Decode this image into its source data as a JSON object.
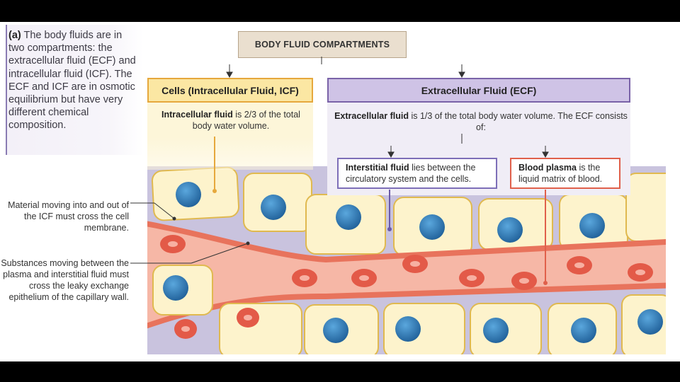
{
  "caption": {
    "letter": "(a)",
    "text": " The body fluids are in two compartments: the extracellular fluid (ECF) and intracellular fluid (ICF). The ECF and ICF are in osmotic equilibrium but have very different chemical composition."
  },
  "title": "BODY FLUID COMPARTMENTS",
  "icf": {
    "heading": "Cells (Intracellular Fluid, ICF)",
    "bold": "Intracellular fluid",
    "text": " is 2/3 of the total body water volume."
  },
  "ecf": {
    "heading": "Extracellular Fluid (ECF)",
    "bold": "Extracellular fluid",
    "text": " is 1/3 of the total body water volume. The ECF consists of:"
  },
  "interstitial": {
    "bold": "Interstitial fluid",
    "text": " lies between the circulatory system and the cells."
  },
  "plasma": {
    "bold": "Blood plasma",
    "text": " is the liquid matrix of blood."
  },
  "labels": {
    "membrane": "Material moving into and out of the ICF must cross the cell membrane.",
    "capillary": "Substances moving between the plasma and interstitial fluid must cross the leaky exchange epithelium of the capillary wall."
  },
  "colors": {
    "icf_accent": "#e6a83c",
    "ecf_accent": "#7a63a8",
    "plasma_accent": "#e0604b",
    "cell_fill": "#fdf3cc",
    "nucleus": "#2e82c4",
    "interstitial_bg": "#c9c3de",
    "plasma_fill": "#f6b7a6"
  }
}
